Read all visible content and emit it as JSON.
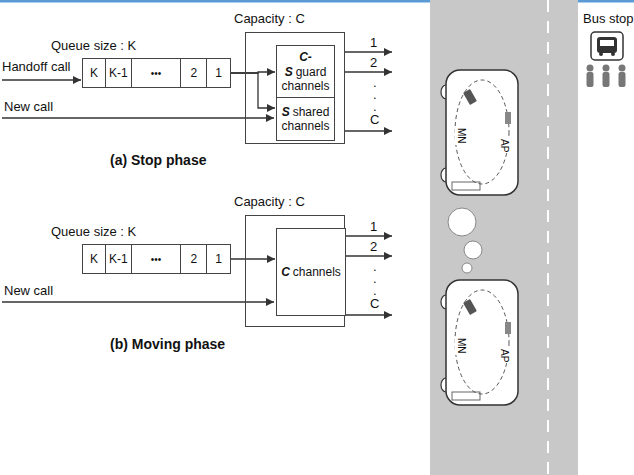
{
  "diagram": {
    "nodes": [
      {
        "text": [
          "Queue size : K"
        ]
      },
      {
        "text": [
          "Capacity : C"
        ]
      },
      {
        "text": [
          "C-S",
          "guard channels"
        ],
        "in": 1
      },
      {
        "text": [
          "S",
          "shared channels"
        ],
        "in": 1
      },
      {
        "text": [
          "Queue size : K"
        ]
      },
      {
        "text": [
          "Capacity : C"
        ]
      },
      {
        "text": [
          "C",
          "channels"
        ],
        "in": 5
      }
    ],
    "edges": [
      {
        "from": 0,
        "to": 2,
        "arrow": "to"
      },
      {
        "from": 0,
        "to": 3,
        "arrow": "to"
      },
      {
        "from": 4,
        "to": 6,
        "arrow": "to"
      }
    ],
    "labels": [
      "Handoff call",
      "K",
      "K-1",
      "•••",
      "2",
      "1",
      "New call",
      "1",
      "2",
      ".",
      ".",
      ".",
      "C",
      "(a) Stop phase",
      "K",
      "K-1",
      "•••",
      "2",
      "1",
      "New call",
      "1",
      "2",
      ".",
      ".",
      ".",
      "C",
      "(b) Moving phase",
      "Bus stop",
      "MN",
      "AP",
      "MN",
      "AP"
    ]
  }
}
